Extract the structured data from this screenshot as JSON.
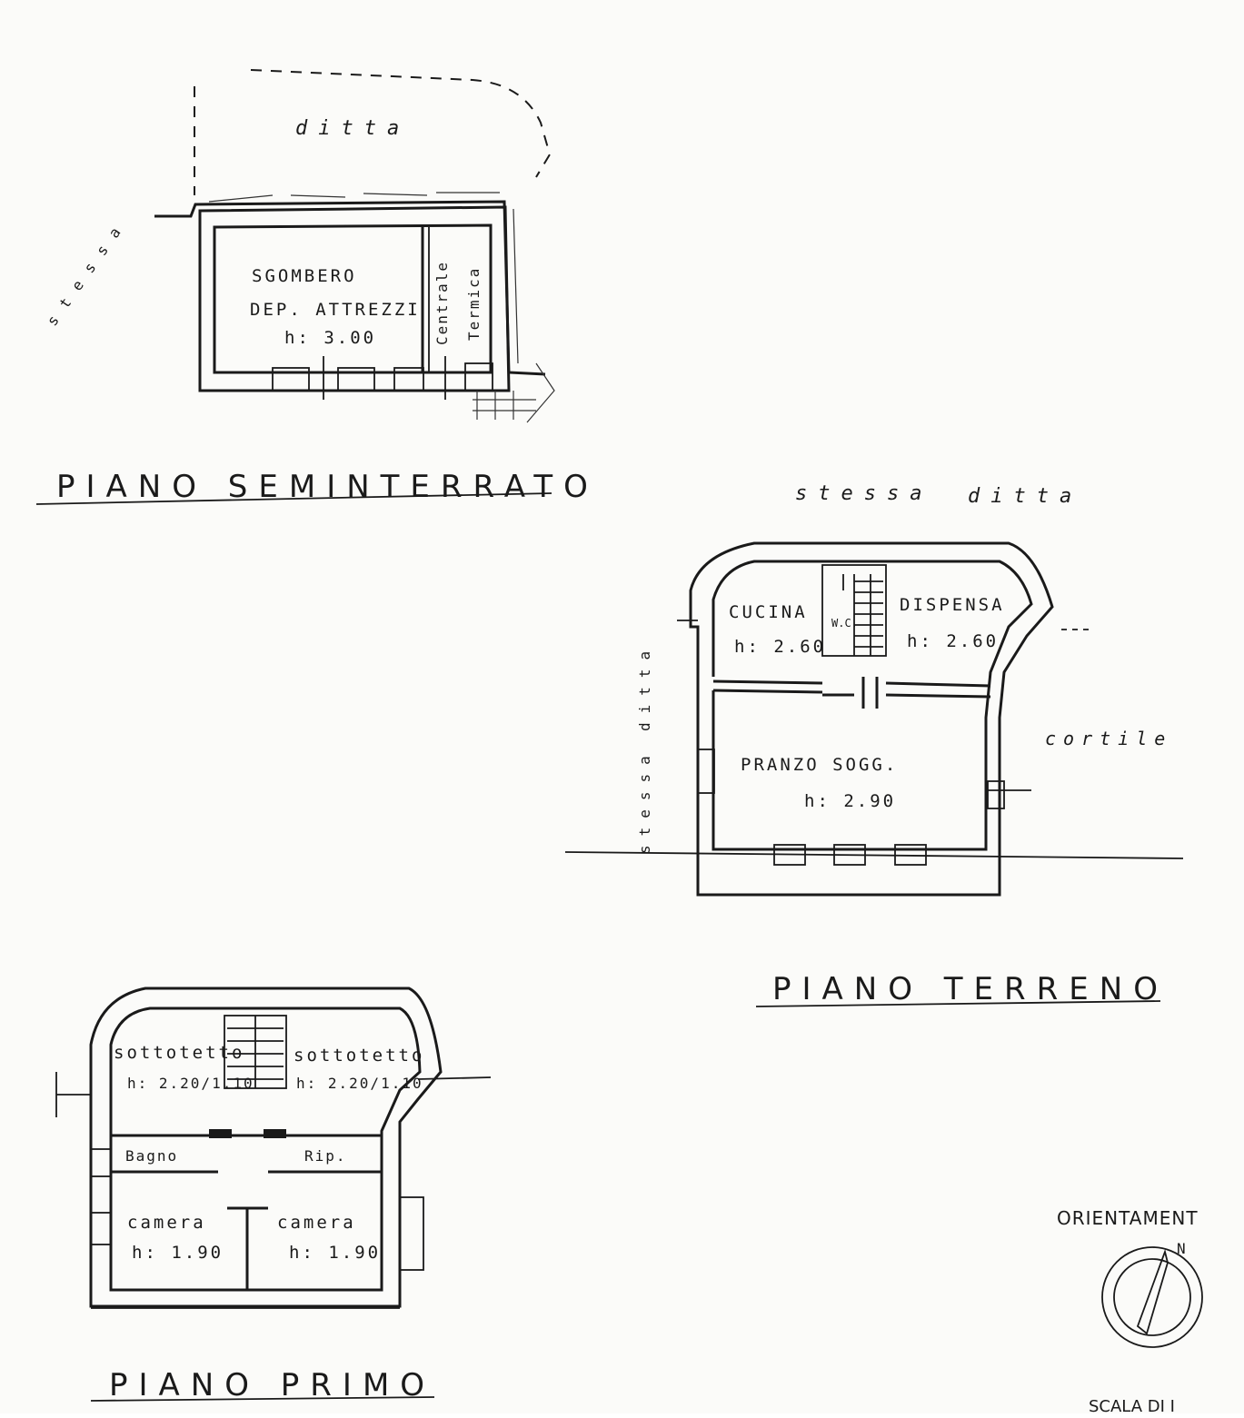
{
  "floors": {
    "seminterrato": {
      "title": "PIANO SEMINTERRATO",
      "neighbor_top": "ditta",
      "neighbor_left": "stessa",
      "room_main": [
        "SGOMBERO",
        "DEP. ATTREZZI",
        "h: 3.00"
      ],
      "room_side": [
        "Centrale",
        "Termica"
      ]
    },
    "terreno": {
      "title": "PIANO TERRENO",
      "neighbor_top": [
        "stessa",
        "ditta"
      ],
      "neighbor_left": [
        "stessa",
        "ditta"
      ],
      "courtyard": "cortile",
      "rooms": {
        "cucina": [
          "CUCINA",
          "h: 2.60"
        ],
        "dispensa": [
          "DISPENSA",
          "h: 2.60"
        ],
        "wc": "W.C.",
        "pranzo": [
          "PRANZO SOGG.",
          "h: 2.90"
        ]
      }
    },
    "primo": {
      "title": "PIANO PRIMO",
      "rooms": {
        "sottotetto_left": [
          "sottotetto",
          "h: 2.20/1.10"
        ],
        "sottotetto_right": [
          "sottotetto",
          "h: 2.20/1.10"
        ],
        "bagno": "Bagno",
        "rip": "Rip.",
        "camera_left": [
          "camera",
          "h: 1.90"
        ],
        "camera_right": [
          "camera",
          "h: 1.90"
        ]
      }
    }
  },
  "orientation": {
    "label": "ORIENTAMENT",
    "north": "N"
  },
  "scale": {
    "label": "SCALA DI I"
  }
}
